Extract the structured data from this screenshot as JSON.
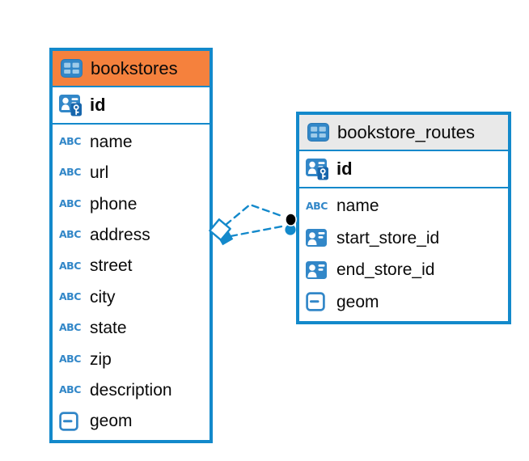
{
  "colors": {
    "accent_blue": "#1389CB",
    "icon_blue": "#3287C8",
    "icon_cell_blue": "#9FCBE9",
    "key_badge_blue": "#1766AC",
    "bookstores_header_orange": "#F5813D",
    "routes_header_gray": "#E9E9E9",
    "endpoint_dot_black": "#000000",
    "text_black": "#0A0A0A"
  },
  "icons": {
    "text_type_label": "ABC"
  },
  "tables": [
    {
      "name": "bookstores",
      "header_color": "#F5813D",
      "primary_key": {
        "name": "id",
        "type": "primary-key"
      },
      "fields": [
        {
          "name": "name",
          "type": "text"
        },
        {
          "name": "url",
          "type": "text"
        },
        {
          "name": "phone",
          "type": "text"
        },
        {
          "name": "address",
          "type": "text"
        },
        {
          "name": "street",
          "type": "text"
        },
        {
          "name": "city",
          "type": "text"
        },
        {
          "name": "state",
          "type": "text"
        },
        {
          "name": "zip",
          "type": "text"
        },
        {
          "name": "description",
          "type": "text"
        },
        {
          "name": "geom",
          "type": "geometry"
        }
      ]
    },
    {
      "name": "bookstore_routes",
      "header_color": "#E9E9E9",
      "primary_key": {
        "name": "id",
        "type": "primary-key"
      },
      "fields": [
        {
          "name": "name",
          "type": "text"
        },
        {
          "name": "start_store_id",
          "type": "foreign-key"
        },
        {
          "name": "end_store_id",
          "type": "foreign-key"
        },
        {
          "name": "geom",
          "type": "geometry"
        }
      ]
    }
  ],
  "relationships": {
    "from_table": "bookstores",
    "to_table": "bookstore_routes",
    "line_style": "dashed",
    "line_count": 2
  }
}
